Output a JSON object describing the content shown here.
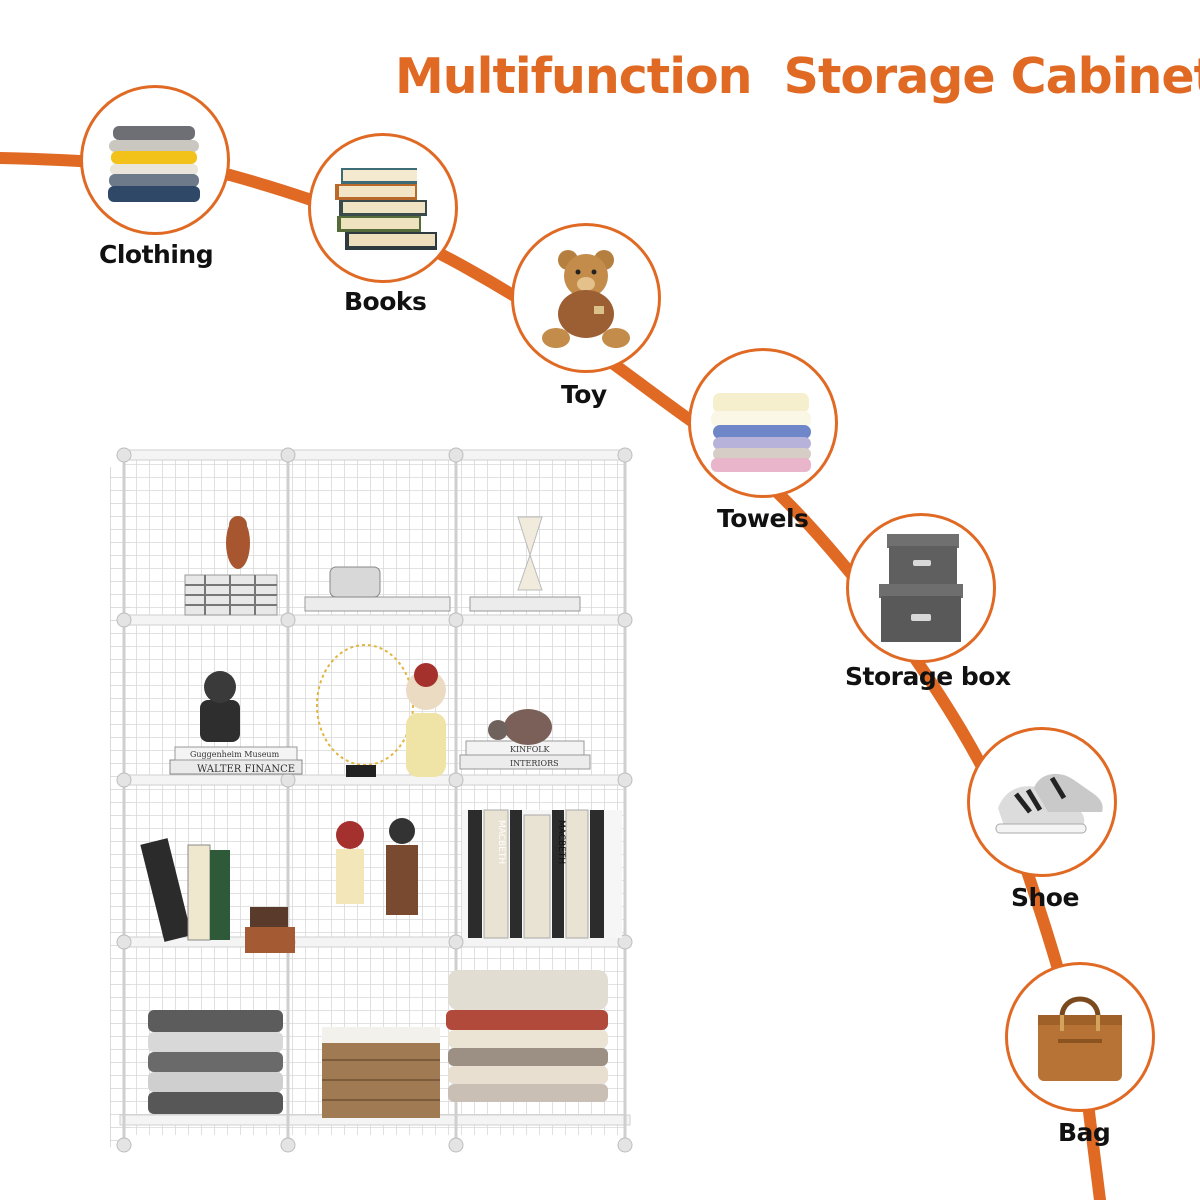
{
  "title": "Multifunction  Storage Cabinet",
  "colors": {
    "accent": "#e06a24",
    "grid": "#e9e9e9",
    "text": "#111111"
  },
  "uses": [
    {
      "label": "Clothing",
      "icon": "folded-clothes-icon"
    },
    {
      "label": "Books",
      "icon": "book-stack-icon"
    },
    {
      "label": "Toy",
      "icon": "teddy-bear-icon"
    },
    {
      "label": "Towels",
      "icon": "folded-towels-icon"
    },
    {
      "label": "Storage box",
      "icon": "storage-box-icon"
    },
    {
      "label": "Shoe",
      "icon": "sneakers-icon"
    },
    {
      "label": "Bag",
      "icon": "handbag-icon"
    }
  ],
  "shelf_texts": {
    "book_top": "Guggenheim Museum",
    "book_finance": "WALTER FINANCE",
    "book_kinfolk": "KINFOLK",
    "book_interiors": "INTERIORS",
    "book_macbeth": "MACBETH",
    "book_macbeth_rev": "MACBETH"
  }
}
